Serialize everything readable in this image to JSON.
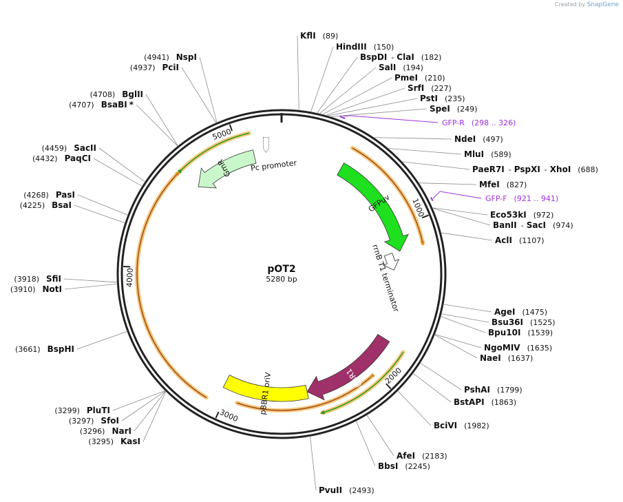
{
  "credit": {
    "prefix": "Created by",
    "brand": "SnapGene"
  },
  "plasmid": {
    "name": "pOT2",
    "size": "5280 bp",
    "length": 5280
  },
  "ticks": [
    {
      "label": "1000",
      "pos": 1000
    },
    {
      "label": "2000",
      "pos": 2000
    },
    {
      "label": "3000",
      "pos": 3000
    },
    {
      "label": "4000",
      "pos": 4000
    },
    {
      "label": "5000",
      "pos": 5000
    }
  ],
  "features": [
    {
      "name": "GFPuv",
      "start": 430,
      "end": 1160,
      "direction": "forward",
      "color": "#1ee01e",
      "label_color": "dark"
    },
    {
      "name": "rrnB T1 terminator",
      "start": 1180,
      "end": 1270,
      "direction": "terminator",
      "color": "#ffffff",
      "label_color": "dark"
    },
    {
      "name": "pBBR1 Rep",
      "start": 1790,
      "end": 2460,
      "direction": "forward",
      "color": "#a0306a",
      "label_color": "light"
    },
    {
      "name": "pBBR1 oriV",
      "start": 2460,
      "end": 3040,
      "direction": "none",
      "color": "#ffff00",
      "label_color": "dark"
    },
    {
      "name": "GmR",
      "start": 4640,
      "end": 5090,
      "direction": "reverse",
      "color": "#c9f7c9",
      "label_color": "dark"
    },
    {
      "name": "Pc promoter",
      "start": 5170,
      "end": 5230,
      "direction": "promoter",
      "color": "#ffffff",
      "label_color": "dark"
    }
  ],
  "orfs": [
    {
      "start": 430,
      "end": 1140,
      "direction": "forward"
    },
    {
      "start": 1800,
      "end": 2400,
      "direction": "forward"
    },
    {
      "start": 2030,
      "end": 2920,
      "direction": "reverse"
    },
    {
      "start": 3100,
      "end": 4610,
      "direction": "forward"
    },
    {
      "start": 4630,
      "end": 5090,
      "direction": "reverse"
    }
  ],
  "primers": [
    {
      "name": "GFP-R",
      "range": "(298 .. 326)",
      "start": 298,
      "end": 326
    },
    {
      "name": "GFP-F",
      "range": "(921 .. 941)",
      "start": 921,
      "end": 941
    }
  ],
  "sites": [
    {
      "name": "KflI",
      "pos": "(89)",
      "bp": 89
    },
    {
      "name": "HindIII",
      "pos": "(150)",
      "bp": 150
    },
    {
      "name": "BspDI",
      "name2": "ClaI",
      "pos": "(182)",
      "bp": 182
    },
    {
      "name": "SalI",
      "pos": "(194)",
      "bp": 194
    },
    {
      "name": "PmeI",
      "pos": "(210)",
      "bp": 210
    },
    {
      "name": "SrfI",
      "pos": "(227)",
      "bp": 227
    },
    {
      "name": "PstI",
      "pos": "(235)",
      "bp": 235
    },
    {
      "name": "SpeI",
      "pos": "(249)",
      "bp": 249
    },
    {
      "name": "NdeI",
      "pos": "(497)",
      "bp": 497
    },
    {
      "name": "MluI",
      "pos": "(589)",
      "bp": 589
    },
    {
      "name": "PaeR7I",
      "name2": "PspXI",
      "name3": "XhoI",
      "pos": "(688)",
      "bp": 688
    },
    {
      "name": "MfeI",
      "pos": "(827)",
      "bp": 827
    },
    {
      "name": "Eco53kI",
      "pos": "(972)",
      "bp": 972
    },
    {
      "name": "BanII",
      "name2": "SacI",
      "pos": "(974)",
      "bp": 974
    },
    {
      "name": "AclI",
      "pos": "(1107)",
      "bp": 1107
    },
    {
      "name": "AgeI",
      "pos": "(1475)",
      "bp": 1475
    },
    {
      "name": "Bsu36I",
      "pos": "(1525)",
      "bp": 1525
    },
    {
      "name": "Bpu10I",
      "pos": "(1539)",
      "bp": 1539
    },
    {
      "name": "NgoMIV",
      "pos": "(1635)",
      "bp": 1635
    },
    {
      "name": "NaeI",
      "pos": "(1637)",
      "bp": 1637
    },
    {
      "name": "PshAI",
      "pos": "(1799)",
      "bp": 1799
    },
    {
      "name": "BstAPI",
      "pos": "(1863)",
      "bp": 1863
    },
    {
      "name": "BciVI",
      "pos": "(1982)",
      "bp": 1982
    },
    {
      "name": "AfeI",
      "pos": "(2183)",
      "bp": 2183
    },
    {
      "name": "BbsI",
      "pos": "(2245)",
      "bp": 2245
    },
    {
      "name": "PvuII",
      "pos": "(2493)",
      "bp": 2493
    },
    {
      "name": "KasI",
      "pos": "(3295)",
      "bp": 3295
    },
    {
      "name": "NarI",
      "pos": "(3296)",
      "bp": 3296
    },
    {
      "name": "SfoI",
      "pos": "(3297)",
      "bp": 3297
    },
    {
      "name": "PluTI",
      "pos": "(3299)",
      "bp": 3299
    },
    {
      "name": "BspHI",
      "pos": "(3661)",
      "bp": 3661
    },
    {
      "name": "NotI",
      "pos": "(3910)",
      "bp": 3910
    },
    {
      "name": "SfiI",
      "pos": "(3918)",
      "bp": 3918
    },
    {
      "name": "BsaI",
      "pos": "(4225)",
      "bp": 4225
    },
    {
      "name": "PasI",
      "pos": "(4268)",
      "bp": 4268
    },
    {
      "name": "PaqCI",
      "pos": "(4432)",
      "bp": 4432
    },
    {
      "name": "SacII",
      "pos": "(4459)",
      "bp": 4459
    },
    {
      "name": "BsaBI",
      "suffix": "*",
      "pos": "(4707)",
      "bp": 4707
    },
    {
      "name": "BglII",
      "pos": "(4708)",
      "bp": 4708
    },
    {
      "name": "PciI",
      "pos": "(4937)",
      "bp": 4937
    },
    {
      "name": "NspI",
      "pos": "(4941)",
      "bp": 4941
    }
  ]
}
